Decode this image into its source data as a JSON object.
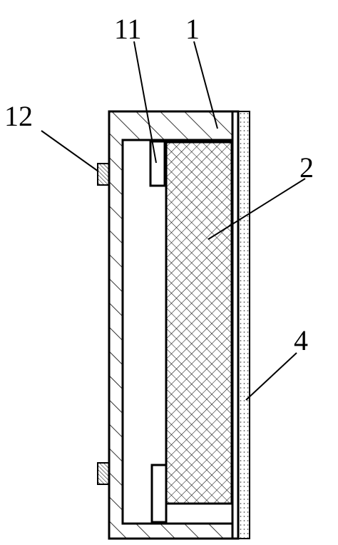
{
  "labels": {
    "housing": "1",
    "core": "2",
    "film": "4",
    "inner_tab": "11",
    "outer_tab": "12"
  },
  "colors": {
    "ink": "#000000",
    "paper": "#ffffff",
    "film_dots": "#555555"
  },
  "patterns": {
    "housing": "diagonal-hatch",
    "core": "cross-hatch",
    "outer_tab": "dense-diagonal-hatch",
    "film": "dotted"
  }
}
